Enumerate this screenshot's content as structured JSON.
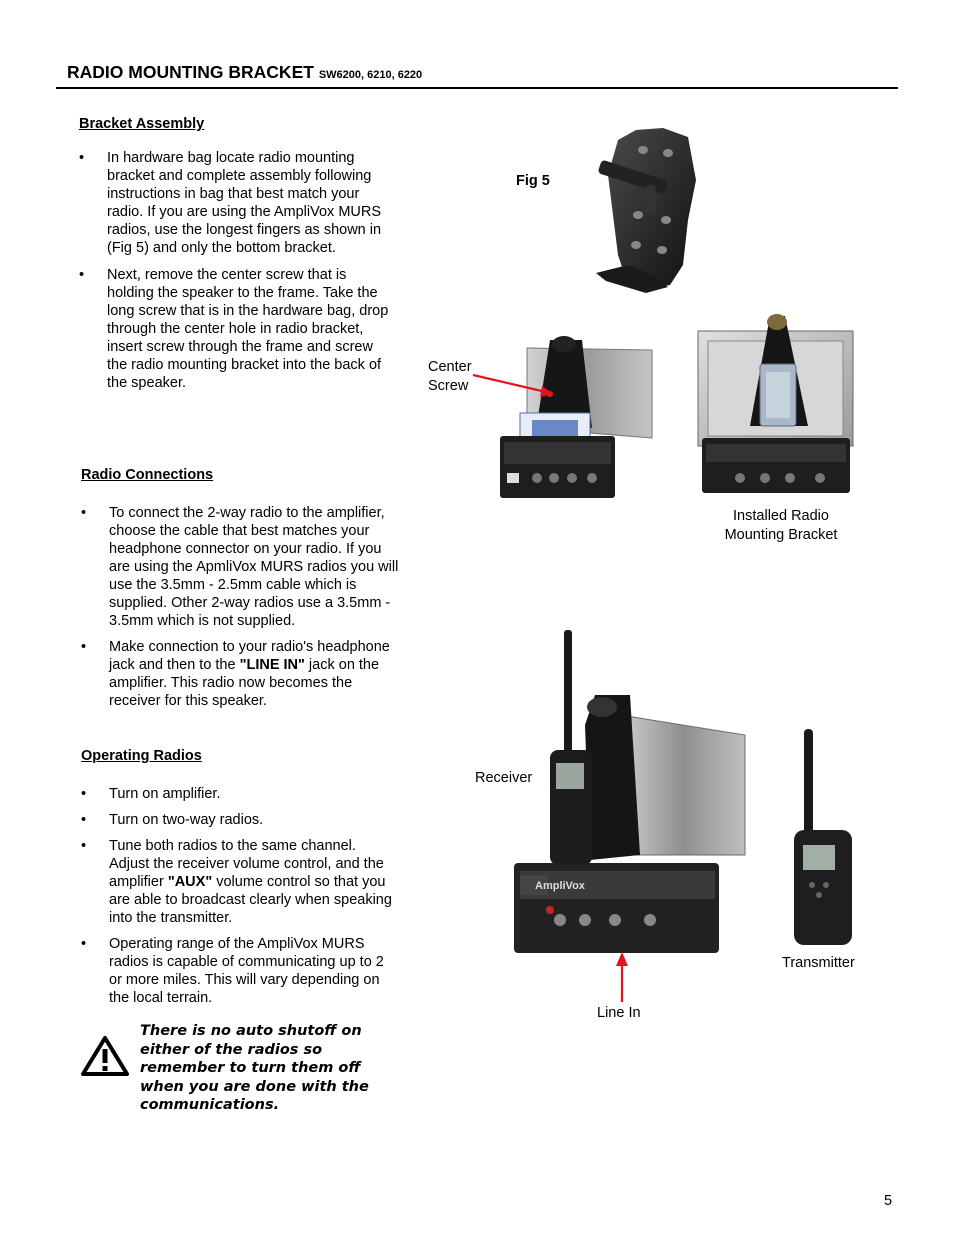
{
  "header": {
    "title": "RADIO MOUNTING BRACKET",
    "models": "SW6200, 6210, 6220"
  },
  "bracket_assembly": {
    "heading": "Bracket Assembly",
    "items": [
      "In hardware bag locate radio mounting bracket and complete assembly following instructions in bag that best match your radio. If you are using the AmpliVox MURS radios, use the longest fingers as shown in (Fig 5) and only the bottom bracket.",
      "Next, remove the center screw that is holding the speaker to the frame. Take the long screw that is in the hardware bag, drop through the center hole in radio bracket, insert screw through the frame and screw the radio mounting bracket into the back of the speaker."
    ]
  },
  "radio_connections": {
    "heading": "Radio Connections",
    "item1": "To connect the 2-way radio to the amplifier, choose the cable that best matches your headphone connector on your radio. If you are using the ApmliVox MURS radios you will use the 3.5mm - 2.5mm cable which is supplied. Other 2-way radios use a  3.5mm - 3.5mm which is not supplied.",
    "item2_before": "Make connection to your radio's headphone jack and then to the ",
    "item2_bold": "\"LINE IN\"",
    "item2_after": " jack on the amplifier. This radio now becomes the receiver for this speaker."
  },
  "operating_radios": {
    "heading": "Operating Radios",
    "item1": "Turn on amplifier.",
    "item2": "Turn on two-way radios.",
    "item3_before": "Tune both radios to the same channel. Adjust the receiver volume control, and the amplifier ",
    "item3_bold": "\"AUX\"",
    "item3_after": " volume control so that you are able to broadcast clearly when speaking into the transmitter.",
    "item4": "Operating range of the AmpliVox MURS radios is capable of communicating up to 2 or more miles. This will vary depending on the local terrain."
  },
  "warning": {
    "text": "There is no auto shutoff on either of the radios so remember to turn them off when you are done with the communications."
  },
  "figures": {
    "fig5_label": "Fig 5",
    "center_screw_line1": "Center",
    "center_screw_line2": "Screw",
    "installed_line1": "Installed Radio",
    "installed_line2": "Mounting Bracket",
    "receiver": "Receiver",
    "transmitter": "Transmitter",
    "line_in": "Line In",
    "amp_brand": "AmpliVox"
  },
  "page_number": "5",
  "colors": {
    "arrow": "#e0141e",
    "rule": "#000000"
  }
}
